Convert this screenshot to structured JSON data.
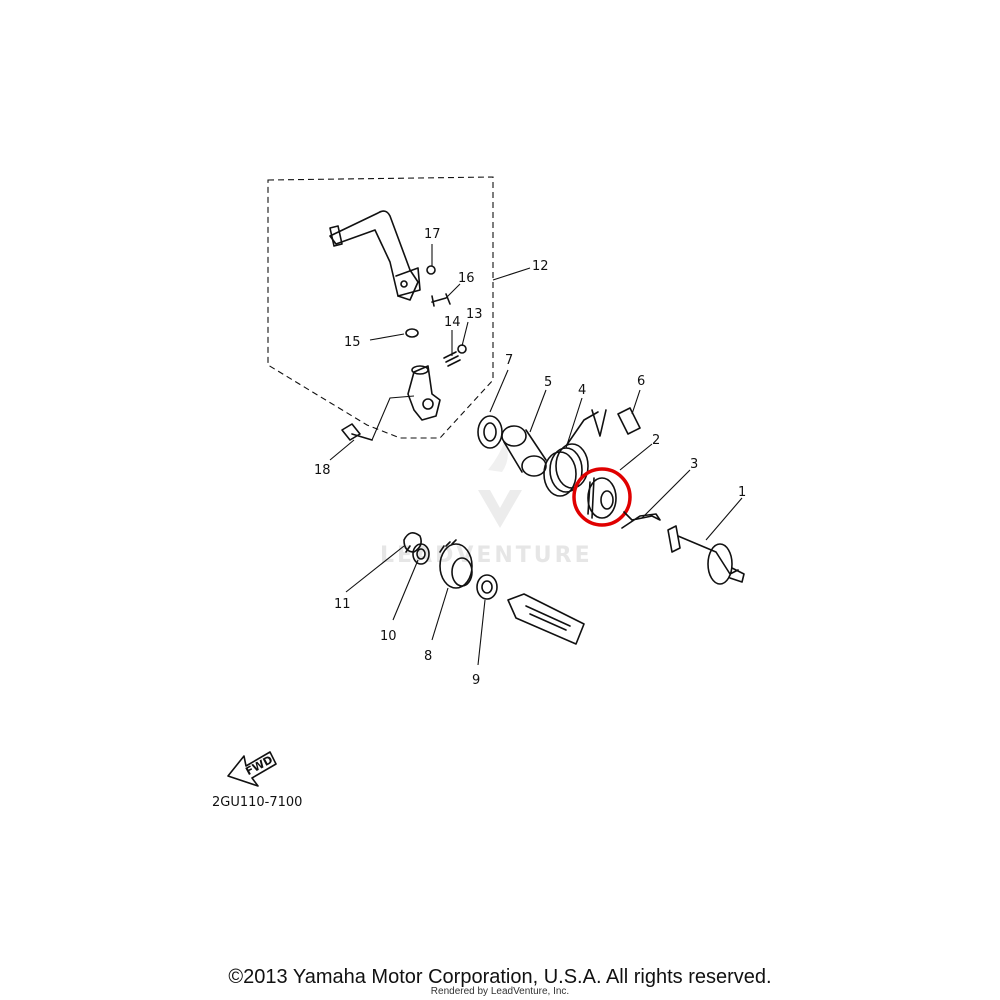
{
  "diagram": {
    "labels": {
      "p1": "1",
      "p2": "2",
      "p3": "3",
      "p4": "4",
      "p5": "5",
      "p6": "6",
      "p7": "7",
      "p8": "8",
      "p9": "9",
      "p10": "10",
      "p11": "11",
      "p12": "12",
      "p13": "13",
      "p14": "14",
      "p15": "15",
      "p16": "16",
      "p17": "17",
      "p18": "18"
    },
    "fwd_label": "FWD",
    "drawing_code": "2GU110-7100",
    "highlight_color": "#e00000",
    "watermark": "LEADVENTURE"
  },
  "footer": {
    "copyright": "©2013 Yamaha Motor Corporation, U.S.A. All rights reserved.",
    "rendered_by": "Rendered by LeadVenture, Inc."
  }
}
